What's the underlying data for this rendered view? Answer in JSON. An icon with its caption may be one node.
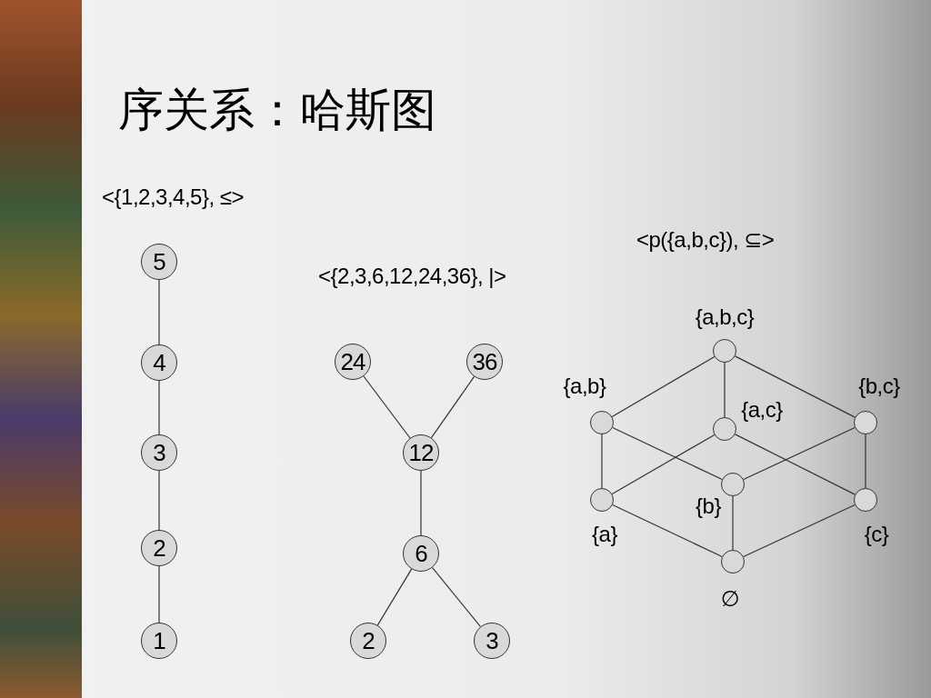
{
  "diagram": {
    "title": "序关系：哈斯图",
    "nodes": [
      {
        "text": [
          "5"
        ]
      },
      {
        "text": [
          "4"
        ]
      },
      {
        "text": [
          "3"
        ]
      },
      {
        "text": [
          "2"
        ]
      },
      {
        "text": [
          "1"
        ]
      },
      {
        "text": [
          "24"
        ]
      },
      {
        "text": [
          "36"
        ]
      },
      {
        "text": [
          "12"
        ]
      },
      {
        "text": [
          "6"
        ]
      },
      {
        "text": [
          "2"
        ]
      },
      {
        "text": [
          "3"
        ]
      },
      {
        "text": [],
        "shape": "circle",
        "beside": [
          "{a,b,c}"
        ]
      },
      {
        "text": [],
        "shape": "circle",
        "beside": [
          "{a,b}"
        ]
      },
      {
        "text": [],
        "shape": "circle",
        "beside": [
          "{a,c}"
        ]
      },
      {
        "text": [],
        "shape": "circle",
        "beside": [
          "{b,c}"
        ]
      },
      {
        "text": [],
        "shape": "circle",
        "beside": [
          "{a}"
        ]
      },
      {
        "text": [],
        "shape": "circle",
        "beside": [
          "{b}"
        ]
      },
      {
        "text": [],
        "shape": "circle",
        "beside": [
          "{c}"
        ]
      },
      {
        "text": [],
        "shape": "circle",
        "beside": [
          "∅"
        ]
      }
    ],
    "edges": [
      {
        "from": 0,
        "to": 1,
        "arrow": "none"
      },
      {
        "from": 1,
        "to": 2,
        "arrow": "none"
      },
      {
        "from": 2,
        "to": 3,
        "arrow": "none"
      },
      {
        "from": 3,
        "to": 4,
        "arrow": "none"
      },
      {
        "from": 5,
        "to": 7,
        "arrow": "none"
      },
      {
        "from": 6,
        "to": 7,
        "arrow": "none"
      },
      {
        "from": 7,
        "to": 8,
        "arrow": "none"
      },
      {
        "from": 8,
        "to": 9,
        "arrow": "none"
      },
      {
        "from": 8,
        "to": 10,
        "arrow": "none"
      },
      {
        "from": 11,
        "to": 12,
        "arrow": "none"
      },
      {
        "from": 11,
        "to": 13,
        "arrow": "none"
      },
      {
        "from": 11,
        "to": 14,
        "arrow": "none"
      },
      {
        "from": 12,
        "to": 15,
        "arrow": "none"
      },
      {
        "from": 12,
        "to": 16,
        "arrow": "none"
      },
      {
        "from": 13,
        "to": 15,
        "arrow": "none"
      },
      {
        "from": 13,
        "to": 17,
        "arrow": "none"
      },
      {
        "from": 14,
        "to": 16,
        "arrow": "none"
      },
      {
        "from": 14,
        "to": 17,
        "arrow": "none"
      },
      {
        "from": 15,
        "to": 18,
        "arrow": "none"
      },
      {
        "from": 16,
        "to": 18,
        "arrow": "none"
      },
      {
        "from": 17,
        "to": 18,
        "arrow": "none"
      }
    ],
    "labels": [
      "<{1,2,3,4,5}, ≤>",
      "<p({a,b,c}), ⊆>",
      "<{2,3,6,12,24,36}, |>"
    ]
  }
}
